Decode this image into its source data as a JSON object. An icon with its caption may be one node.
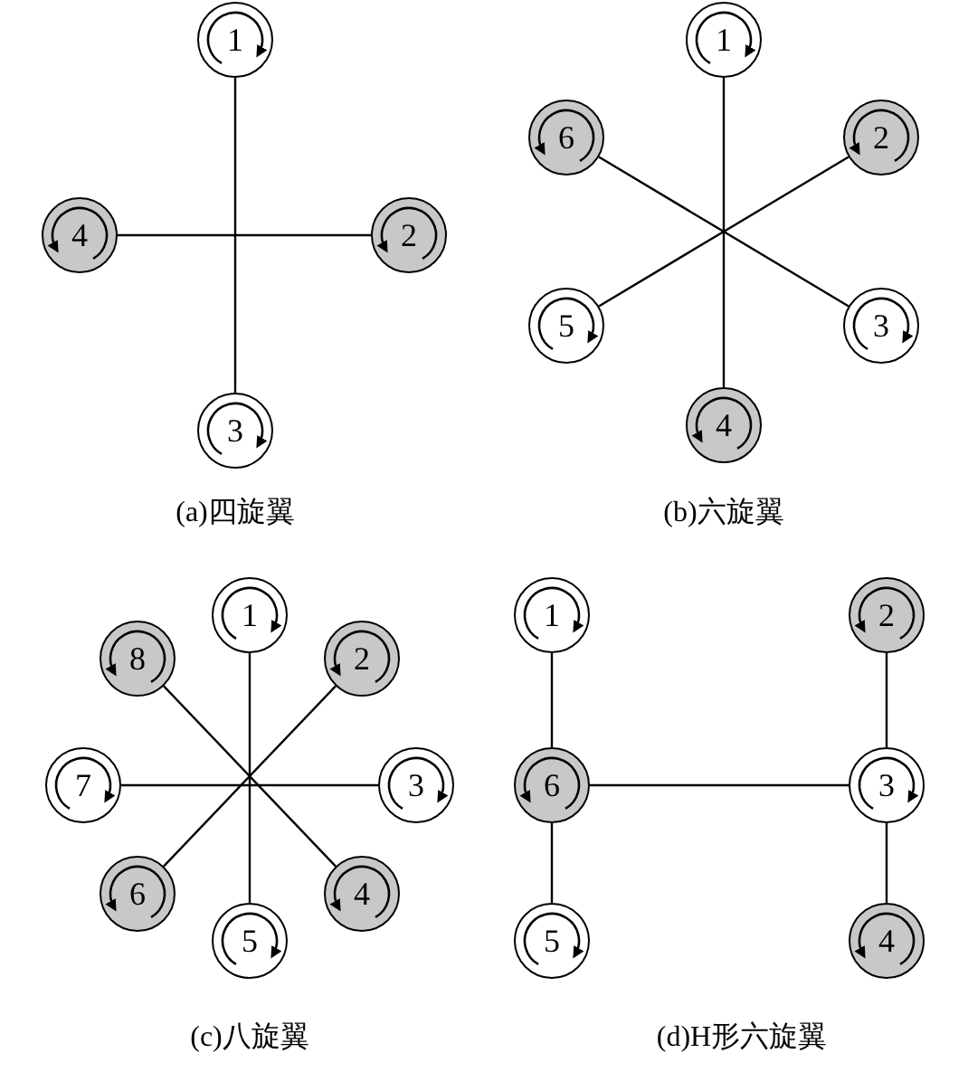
{
  "diagram": {
    "nodes": [
      {
        "text": [
          "1"
        ]
      },
      {
        "text": [
          "2"
        ]
      },
      {
        "text": [
          "3"
        ]
      },
      {
        "text": [
          "4"
        ]
      },
      {
        "text": [
          "1"
        ]
      },
      {
        "text": [
          "2"
        ]
      },
      {
        "text": [
          "3"
        ]
      },
      {
        "text": [
          "4"
        ]
      },
      {
        "text": [
          "5"
        ]
      },
      {
        "text": [
          "6"
        ]
      },
      {
        "text": [
          "1"
        ]
      },
      {
        "text": [
          "2"
        ]
      },
      {
        "text": [
          "3"
        ]
      },
      {
        "text": [
          "4"
        ]
      },
      {
        "text": [
          "5"
        ]
      },
      {
        "text": [
          "6"
        ]
      },
      {
        "text": [
          "7"
        ]
      },
      {
        "text": [
          "8"
        ]
      },
      {
        "text": [
          "1"
        ]
      },
      {
        "text": [
          "2"
        ]
      },
      {
        "text": [
          "6"
        ]
      },
      {
        "text": [
          "3"
        ]
      },
      {
        "text": [
          "5"
        ]
      },
      {
        "text": [
          "4"
        ]
      }
    ],
    "edges": [
      {
        "from": 0,
        "to": 2,
        "arrow": "none"
      },
      {
        "from": 3,
        "to": 1,
        "arrow": "none"
      },
      {
        "from": 4,
        "to": 7,
        "arrow": "none"
      },
      {
        "from": 5,
        "to": 8,
        "arrow": "none"
      },
      {
        "from": 6,
        "to": 9,
        "arrow": "none"
      },
      {
        "from": 10,
        "to": 14,
        "arrow": "none"
      },
      {
        "from": 11,
        "to": 15,
        "arrow": "none"
      },
      {
        "from": 12,
        "to": 16,
        "arrow": "none"
      },
      {
        "from": 13,
        "to": 17,
        "arrow": "none"
      },
      {
        "from": 18,
        "to": 20,
        "arrow": "none"
      },
      {
        "from": 20,
        "to": 22,
        "arrow": "none"
      },
      {
        "from": 20,
        "to": 21,
        "arrow": "none"
      },
      {
        "from": 19,
        "to": 21,
        "arrow": "none"
      },
      {
        "from": 21,
        "to": 23,
        "arrow": "none"
      }
    ],
    "labels": [
      "(a)四旋翼",
      "(b)六旋翼",
      "(c)八旋翼",
      "(d)H形六旋翼"
    ]
  }
}
